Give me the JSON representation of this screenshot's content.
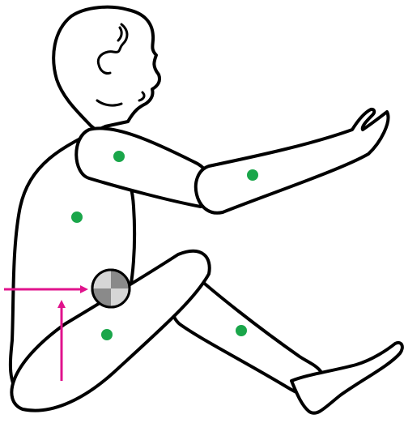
{
  "figure": {
    "subject": "seated-human-figure",
    "colors": {
      "outline": "#000000",
      "fill": "#ffffff",
      "mass_point": "#1aa64a",
      "force_arrow": "#e0138c",
      "joint_dark": "#8a8a8a",
      "joint_light": "#d6d6d6"
    },
    "segments": [
      "head",
      "torso",
      "upper-arm",
      "forearm-hand",
      "thigh",
      "shank",
      "foot"
    ],
    "mass_points": [
      "torso",
      "upper-arm",
      "forearm",
      "thigh",
      "shank"
    ],
    "joint_marker": {
      "name": "hip-joint",
      "style": "center-of-mass-quartered-circle"
    },
    "force_arrows": [
      {
        "name": "horizontal-force-arrow",
        "direction": "right"
      },
      {
        "name": "vertical-force-arrow",
        "direction": "up"
      }
    ]
  }
}
